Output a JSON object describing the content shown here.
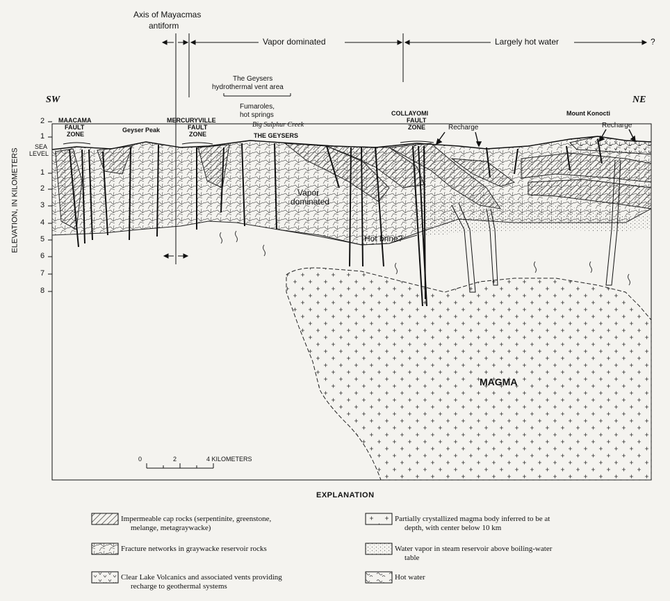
{
  "header": {
    "axis_label_line1": "Axis of Mayacmas",
    "axis_label_line2": "antiform",
    "vapor_dominated": "Vapor dominated",
    "largely_hot_water": "Largely hot water",
    "question_mark": "?"
  },
  "orientation": {
    "sw": "SW",
    "ne": "NE"
  },
  "y_axis": {
    "title": "ELEVATION, IN KILOMETERS",
    "sea_level_line1": "SEA",
    "sea_level_line2": "LEVEL",
    "ticks_above": [
      "2",
      "1"
    ],
    "ticks_below": [
      "1",
      "2",
      "3",
      "4",
      "5",
      "6",
      "7",
      "8"
    ]
  },
  "labels": {
    "vent_area_line1": "The Geysers",
    "vent_area_line2": "hydrothermal vent area",
    "fumaroles_line1": "Fumaroles,",
    "fumaroles_line2": "hot springs",
    "big_sulphur_creek": "Big Sulphur Creek",
    "the_geysers": "THE GEYSERS",
    "maacama_line1": "MAACAMA",
    "maacama_line2": "FAULT",
    "maacama_line3": "ZONE",
    "geyser_peak": "Geyser Peak",
    "mercuryville_line1": "MERCURYVILLE",
    "mercuryville_line2": "FAULT",
    "mercuryville_line3": "ZONE",
    "collayomi_line1": "COLLAYOMI",
    "collayomi_line2": "FAULT",
    "collayomi_line3": "ZONE",
    "recharge": "Recharge",
    "mount_konocti": "Mount Konocti",
    "vapor_dom_line1": "Vapor",
    "vapor_dom_line2": "dominated",
    "hot_brine": "Hot brine?",
    "magma": "MAGMA"
  },
  "scale_bar": {
    "ticks": [
      "0",
      "2",
      "4 KILOMETERS"
    ]
  },
  "explanation": {
    "title": "EXPLANATION",
    "items": [
      {
        "line1": "Impermeable cap rocks (serpentinite, greenstone,",
        "line2": "melange, metagraywacke)"
      },
      {
        "line1": "Fracture networks in graywacke reservoir rocks",
        "line2": ""
      },
      {
        "line1": "Clear Lake Volcanics and associated vents providing",
        "line2": "recharge to geothermal systems"
      },
      {
        "line1": "Partially crystallized magma body inferred to be at",
        "line2": "depth, with center below 10 km"
      },
      {
        "line1": "Water vapor in steam reservoir above boiling-water",
        "line2": "table"
      },
      {
        "line1": "Hot water",
        "line2": ""
      }
    ]
  }
}
